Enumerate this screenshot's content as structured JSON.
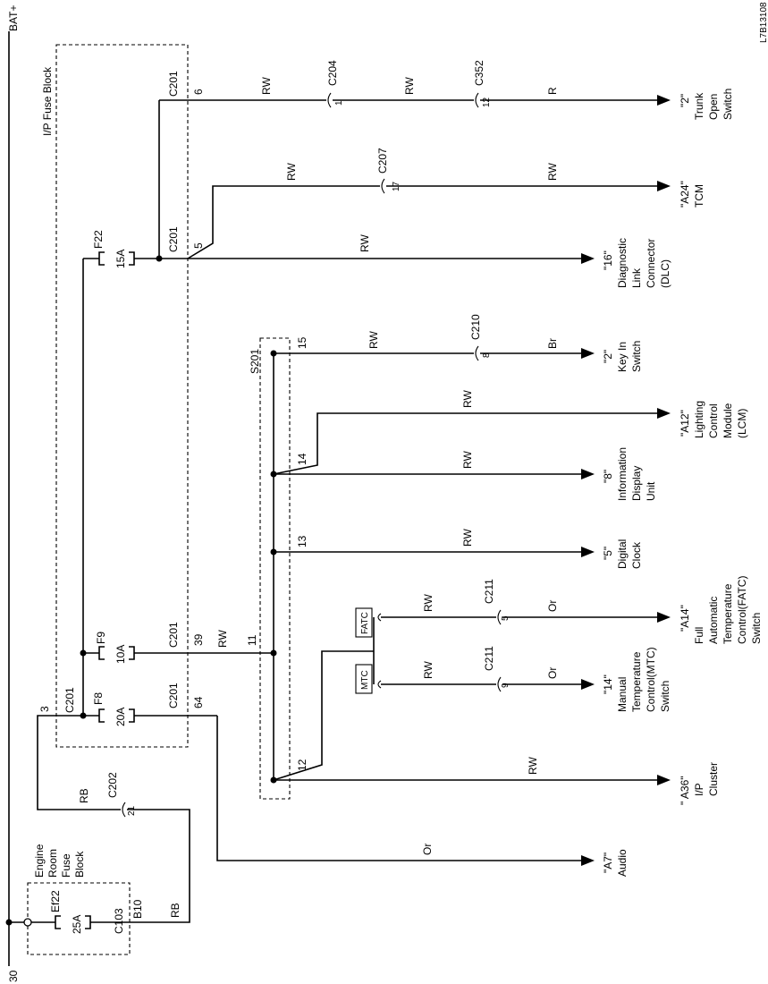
{
  "diagram_id": "L7B13108",
  "bus": {
    "top": "BAT+",
    "bottom": "30"
  },
  "fuse_blocks": {
    "ip": "I/P Fuse Block",
    "engine_room": [
      "Engine",
      "Room",
      "Fuse",
      "Block"
    ]
  },
  "fuses": {
    "f22": {
      "name": "F22",
      "rating": "15A"
    },
    "f9": {
      "name": "F9",
      "rating": "10A"
    },
    "f8": {
      "name": "F8",
      "rating": "20A"
    },
    "ef22": {
      "name": "Ef22",
      "rating": "25A"
    }
  },
  "splice": "S201",
  "connectors": {
    "c201": "C201",
    "c204": "C204",
    "c352": "C352",
    "c207": "C207",
    "c210": "C210",
    "c211": "C211",
    "c202": "C202",
    "c103": "C103"
  },
  "pins": {
    "c201_6": "6",
    "c201_5": "5",
    "c201_39": "39",
    "c201_64": "64",
    "c201_3": "3",
    "c204_1": "1",
    "c352_12": "12",
    "c207_17": "17",
    "c210_8": "8",
    "c211_5": "5",
    "c211_9": "9",
    "c202_21": "21",
    "c103_b10": "B10",
    "s201_15": "15",
    "s201_14": "14",
    "s201_13": "13",
    "s201_11": "11",
    "s201_12": "12"
  },
  "wire_colors": {
    "rw": "RW",
    "r": "R",
    "br": "Br",
    "or": "Or",
    "rb": "RB"
  },
  "options": {
    "fatc": "FATC",
    "mtc": "MTC"
  },
  "destinations": {
    "trunk": {
      "ref": "\"2\"",
      "lines": [
        "Trunk",
        "Open",
        "Switch"
      ]
    },
    "tcm": {
      "ref": "\"A24\"",
      "lines": [
        "TCM"
      ]
    },
    "dlc": {
      "ref": "\"16\"",
      "lines": [
        "Diagnostic",
        "Link",
        "Connector",
        "(DLC)"
      ]
    },
    "keyin": {
      "ref": "\"2\"",
      "lines": [
        "Key In",
        "Switch"
      ]
    },
    "lcm": {
      "ref": "\"A12\"",
      "lines": [
        "Lighting",
        "Control",
        "Module",
        "(LCM)"
      ]
    },
    "idu": {
      "ref": "\"8\"",
      "lines": [
        "Information",
        "Display",
        "Unit"
      ]
    },
    "clock": {
      "ref": "\"5\"",
      "lines": [
        "Digital",
        "Clock"
      ]
    },
    "fatc": {
      "ref": "\"A14\"",
      "lines": [
        "Full",
        "Automatic",
        "Temperature",
        "Control(FATC)",
        "Switch"
      ]
    },
    "mtc": {
      "ref": "\"14\"",
      "lines": [
        "Manual",
        "Temperature",
        "Control(MTC)",
        "Switch"
      ]
    },
    "cluster": {
      "ref": "\" A36\"",
      "lines": [
        "I/P",
        "Cluster"
      ]
    },
    "audio": {
      "ref": "\"A7\"",
      "lines": [
        "Audio"
      ]
    }
  }
}
